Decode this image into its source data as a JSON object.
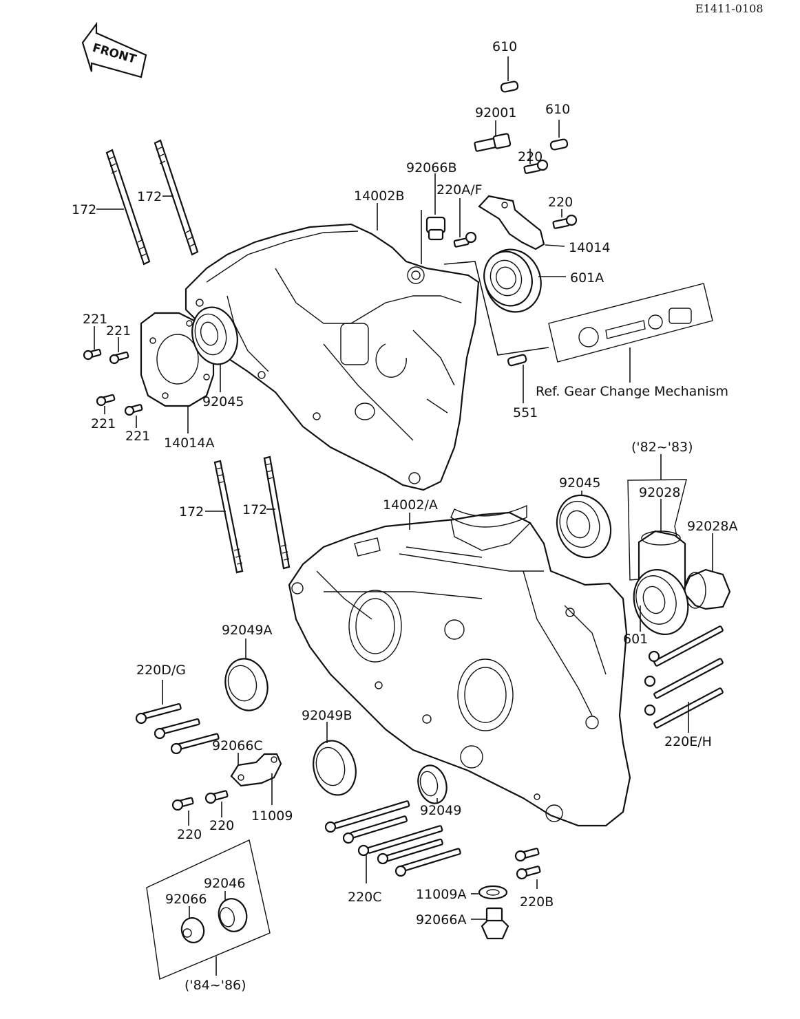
{
  "page_code": "E1411-0108",
  "front_arrow": "FRONT",
  "labels": {
    "p610_top": "610",
    "p92001": "92001",
    "p610_right": "610",
    "p220_a": "220",
    "p92066B": "92066B",
    "p220AF": "220A/F",
    "p220_b": "220",
    "p14002B": "14002B",
    "p14014": "14014",
    "p601A": "601A",
    "p172_a": "172",
    "p172_b": "172",
    "p221_a": "221",
    "p221_b": "221",
    "p221_c": "221",
    "p221_d": "221",
    "p92045_upper": "92045",
    "p14014A": "14014A",
    "ref_gear": "Ref.  Gear Change Mechanism",
    "p551": "551",
    "years_82_83": "('82~'83)",
    "p92028": "92028",
    "p92028A": "92028A",
    "p92045_lower": "92045",
    "p14002A": "14002/A",
    "p172_c": "172",
    "p172_d": "172",
    "p601": "601",
    "p92049A": "92049A",
    "p220DG": "220D/G",
    "p220EH": "220E/H",
    "p92049B": "92049B",
    "p92066C": "92066C",
    "p220_c": "220",
    "p220_d": "220",
    "p11009": "11009",
    "p92049": "92049",
    "p220C": "220C",
    "p11009A": "11009A",
    "p220B": "220B",
    "p92066A": "92066A",
    "p92046": "92046",
    "p92066": "92066",
    "years_84_86": "('84~'86)"
  }
}
